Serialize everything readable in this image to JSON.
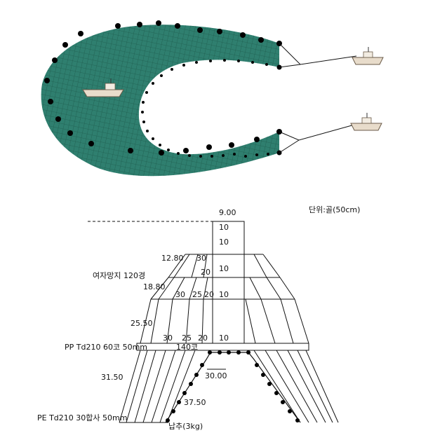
{
  "labels": {
    "unit": "단위:골(50cm)",
    "top_width": "9.00",
    "w_12_80": "12.80",
    "w_18_80": "18.80",
    "w_25_50": "25.50",
    "body_net": "여자망지 120경",
    "r10_a": "10",
    "r10_b": "10",
    "r10_c": "10",
    "r10_d": "10",
    "r10_e": "10",
    "r30_a": "30",
    "r20_a": "20",
    "r30_b": "30",
    "r25_a": "25",
    "r20_b": "20",
    "r30_c": "30",
    "r25_b": "25",
    "r20_c": "20",
    "pp_rope": "PP Td210 60코 50mm",
    "c140": "140코",
    "w_31_50": "31.50",
    "w_30_00": "30.00",
    "w_37_50": "37.50",
    "pe_rope": "PE Td210 30합사 50mm",
    "sinker": "납추(3kg)"
  },
  "colors": {
    "net": "#2f7f6f",
    "net_dark": "#1d5a4c",
    "float": "#000000",
    "line": "#111111",
    "boat_hull": "#e8dccb"
  }
}
